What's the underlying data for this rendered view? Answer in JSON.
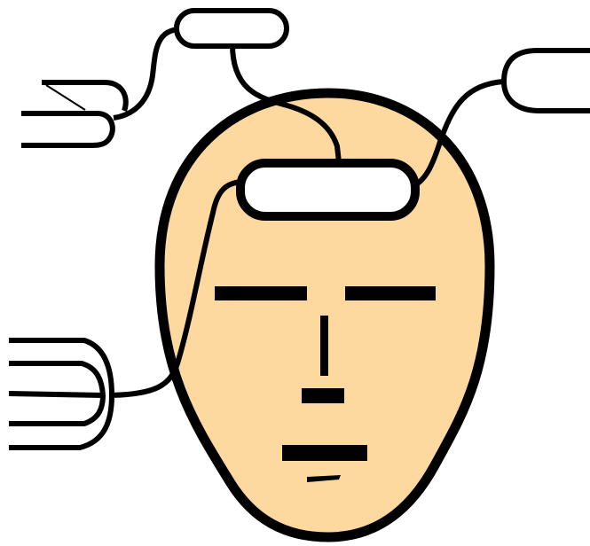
{
  "colors": {
    "background": "#ffffff",
    "skin": "#fdd9a0",
    "outline": "#000000",
    "pad_fill": "#ffffff"
  },
  "diagram": {
    "subject": "head-with-electrodes",
    "electrodes": [
      {
        "name": "top-pad",
        "shape": "rounded-rect"
      },
      {
        "name": "forehead-pad",
        "shape": "rounded-rect"
      },
      {
        "name": "left-plug",
        "shape": "multi-prong-connector"
      },
      {
        "name": "right-plug",
        "shape": "rounded-connector"
      },
      {
        "name": "lower-left-plug",
        "shape": "multi-prong-connector"
      }
    ]
  }
}
